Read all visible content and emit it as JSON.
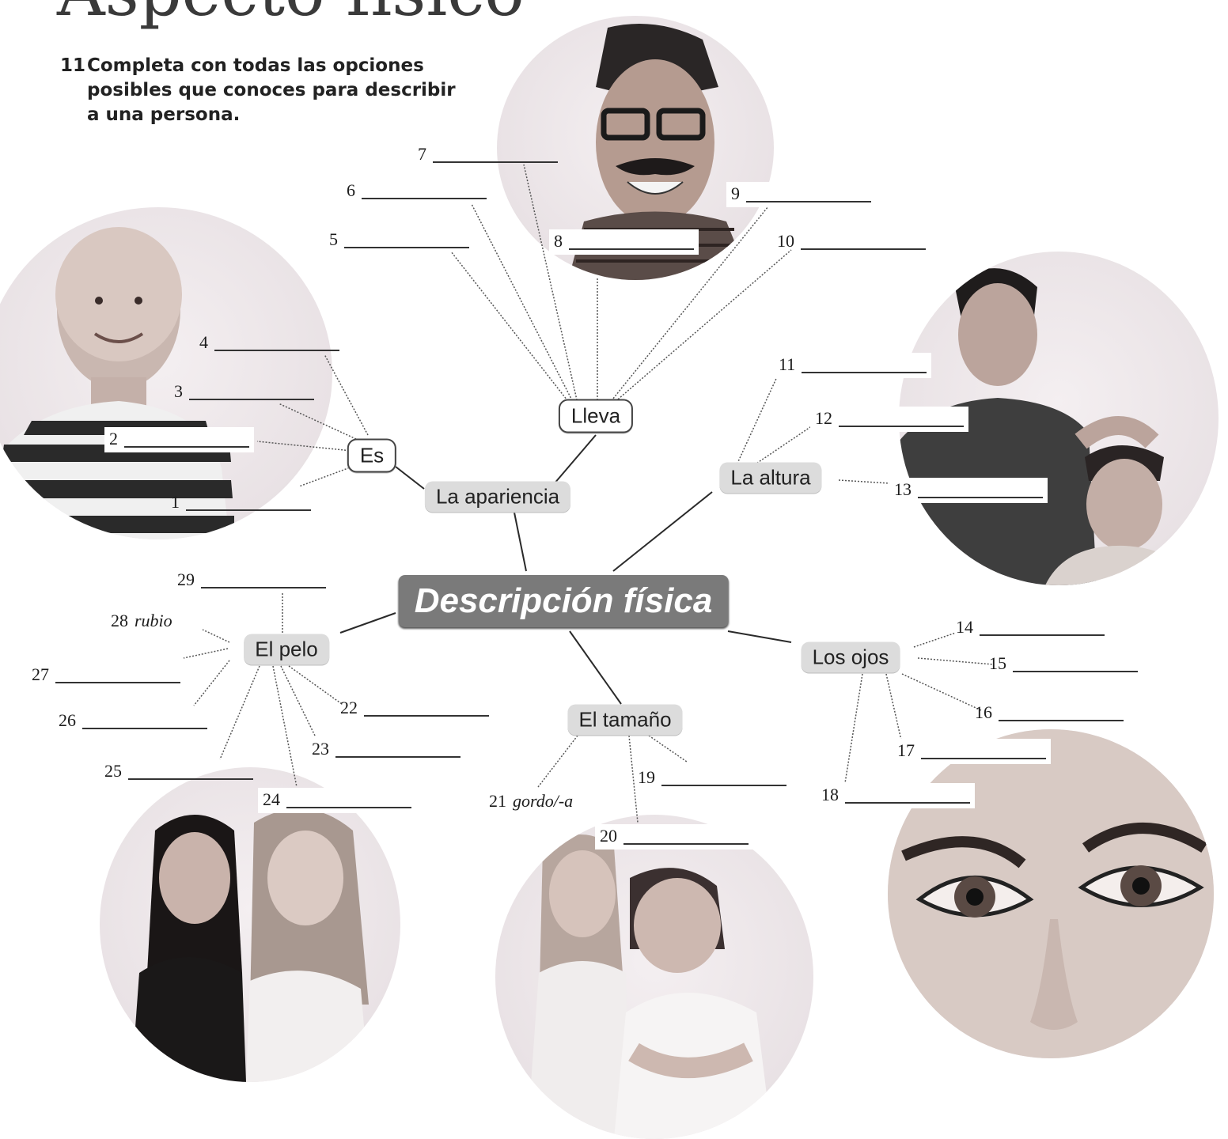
{
  "page": {
    "title": "Aspecto físico",
    "exercise_number": "11",
    "instruction": "Completa con todas las opciones posibles que conoces para describir a una persona."
  },
  "diagram": {
    "center": "Descripción física",
    "nodes": {
      "apariencia": "La apariencia",
      "es": "Es",
      "lleva": "Lleva",
      "altura": "La altura",
      "ojos": "Los ojos",
      "tamano": "El tamaño",
      "pelo": "El pelo"
    },
    "blanks": [
      {
        "n": "1",
        "given": ""
      },
      {
        "n": "2",
        "given": ""
      },
      {
        "n": "3",
        "given": ""
      },
      {
        "n": "4",
        "given": ""
      },
      {
        "n": "5",
        "given": ""
      },
      {
        "n": "6",
        "given": ""
      },
      {
        "n": "7",
        "given": ""
      },
      {
        "n": "8",
        "given": ""
      },
      {
        "n": "9",
        "given": ""
      },
      {
        "n": "10",
        "given": ""
      },
      {
        "n": "11",
        "given": ""
      },
      {
        "n": "12",
        "given": ""
      },
      {
        "n": "13",
        "given": ""
      },
      {
        "n": "14",
        "given": ""
      },
      {
        "n": "15",
        "given": ""
      },
      {
        "n": "16",
        "given": ""
      },
      {
        "n": "17",
        "given": ""
      },
      {
        "n": "18",
        "given": ""
      },
      {
        "n": "19",
        "given": ""
      },
      {
        "n": "20",
        "given": ""
      },
      {
        "n": "21",
        "given": "gordo/-a"
      },
      {
        "n": "22",
        "given": ""
      },
      {
        "n": "23",
        "given": ""
      },
      {
        "n": "24",
        "given": ""
      },
      {
        "n": "25",
        "given": ""
      },
      {
        "n": "26",
        "given": ""
      },
      {
        "n": "27",
        "given": ""
      },
      {
        "n": "28",
        "given": "rubio"
      },
      {
        "n": "29",
        "given": ""
      }
    ]
  },
  "photos": [
    {
      "id": "bald-man",
      "subject": "smiling bald man in striped shirt"
    },
    {
      "id": "man-glasses",
      "subject": "man with glasses and moustache"
    },
    {
      "id": "two-boys",
      "subject": "tall boy with hand on shorter boy's head"
    },
    {
      "id": "two-girls-hair",
      "subject": "dark-haired and blonde girls back to back"
    },
    {
      "id": "two-women-size",
      "subject": "slim woman and heavier woman back to back"
    },
    {
      "id": "eyes-closeup",
      "subject": "close-up of a woman's eyes"
    }
  ],
  "colors": {
    "center_node": "#7a7a7a",
    "category_node": "#dcdcdc",
    "photo_background": "#e9e2e5"
  }
}
